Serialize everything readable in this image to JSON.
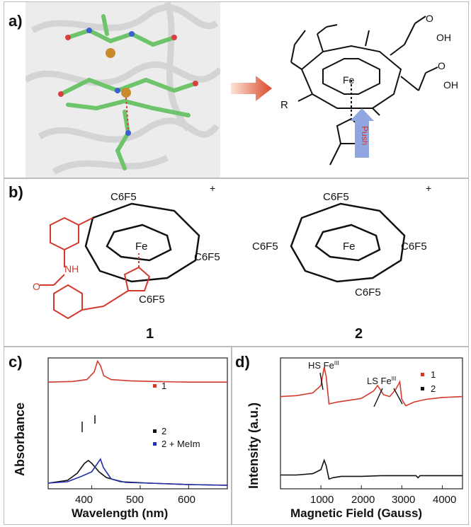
{
  "panels": {
    "a": {
      "label": "a)",
      "push_label": "Push",
      "substituent_R": "R",
      "metal": "Fe",
      "acid_group": "OH",
      "acid_oxygen": "O"
    },
    "b": {
      "label": "b)",
      "compound1": {
        "number": "1",
        "charge": "+",
        "substituent": "C6F5",
        "metal": "Fe",
        "amide_nh": "NH",
        "amide_o": "O"
      },
      "compound2": {
        "number": "2",
        "charge": "+",
        "substituent": "C6F5",
        "metal": "Fe"
      }
    },
    "c": {
      "label": "c)",
      "ylabel": "Absorbance",
      "xlabel": "Wavelength (nm)",
      "legend_top": {
        "marker_color": "#d23a2e",
        "text": "1"
      },
      "legend_bottom": [
        {
          "marker_color": "#111111",
          "text": "2",
          "suffix": ""
        },
        {
          "marker_color": "#2430a8",
          "text": "2",
          "suffix": " + MeIm"
        }
      ],
      "ticks": [
        "400",
        "500",
        "600"
      ]
    },
    "d": {
      "label": "d)",
      "ylabel": "Intensity (a.u.)",
      "xlabel": "Magnetic Field (Gauss)",
      "annotation_hs": "HS Fe",
      "annotation_hs_sup": "III",
      "annotation_ls": "LS Fe",
      "annotation_ls_sup": "III",
      "legend": [
        {
          "marker_color": "#d23a2e",
          "text": "1"
        },
        {
          "marker_color": "#111111",
          "text": "2"
        }
      ],
      "ticks": [
        "1000",
        "2000",
        "3000",
        "4000"
      ]
    }
  },
  "colors": {
    "red_trace": "#d23a2e",
    "black_trace": "#111111",
    "blue_trace": "#2430a8",
    "protein_green": "#6ec46a",
    "push_arrow": "#8fa6e0"
  },
  "chart_data": [
    {
      "type": "line",
      "xlabel": "Wavelength (nm)",
      "ylabel": "Absorbance",
      "xlim": [
        310,
        680
      ],
      "series": [
        {
          "name": "1",
          "x": [
            310,
            360,
            390,
            405,
            412,
            418,
            425,
            440,
            480,
            530,
            600,
            680
          ],
          "y": [
            0.62,
            0.63,
            0.66,
            0.78,
            0.95,
            0.88,
            0.72,
            0.66,
            0.64,
            0.63,
            0.62,
            0.62
          ]
        },
        {
          "name": "2",
          "x": [
            310,
            350,
            370,
            385,
            393,
            400,
            415,
            430,
            460,
            520,
            560,
            600,
            680
          ],
          "y": [
            0.08,
            0.12,
            0.22,
            0.36,
            0.4,
            0.36,
            0.24,
            0.16,
            0.1,
            0.08,
            0.07,
            0.06,
            0.05
          ]
        },
        {
          "name": "2 + MeIm",
          "x": [
            310,
            350,
            380,
            400,
            412,
            418,
            424,
            440,
            470,
            520,
            560,
            600,
            680
          ],
          "y": [
            0.08,
            0.1,
            0.18,
            0.24,
            0.36,
            0.42,
            0.3,
            0.14,
            0.09,
            0.08,
            0.07,
            0.06,
            0.05
          ]
        }
      ]
    },
    {
      "type": "line",
      "xlabel": "Magnetic Field (Gauss)",
      "ylabel": "Intensity (a.u.)",
      "xlim": [
        0,
        4500
      ],
      "series": [
        {
          "name": "1",
          "x": [
            0,
            400,
            800,
            1000,
            1080,
            1130,
            1200,
            1400,
            2000,
            2300,
            2400,
            2550,
            2700,
            2850,
            2950,
            3000,
            3100,
            3300,
            3600,
            4000,
            4500
          ],
          "y": [
            0.58,
            0.59,
            0.62,
            0.7,
            0.9,
            0.8,
            0.5,
            0.52,
            0.56,
            0.64,
            0.7,
            0.6,
            0.58,
            0.66,
            0.74,
            0.55,
            0.48,
            0.52,
            0.55,
            0.57,
            0.58
          ]
        },
        {
          "name": "2",
          "x": [
            0,
            400,
            800,
            1000,
            1080,
            1130,
            1200,
            1300,
            1500,
            2000,
            2500,
            3000,
            3350,
            3400,
            3450,
            3600,
            4000,
            4500
          ],
          "y": [
            0.1,
            0.1,
            0.12,
            0.18,
            0.32,
            0.24,
            0.04,
            0.06,
            0.08,
            0.08,
            0.09,
            0.09,
            0.09,
            0.06,
            0.09,
            0.09,
            0.09,
            0.09
          ]
        }
      ]
    }
  ]
}
